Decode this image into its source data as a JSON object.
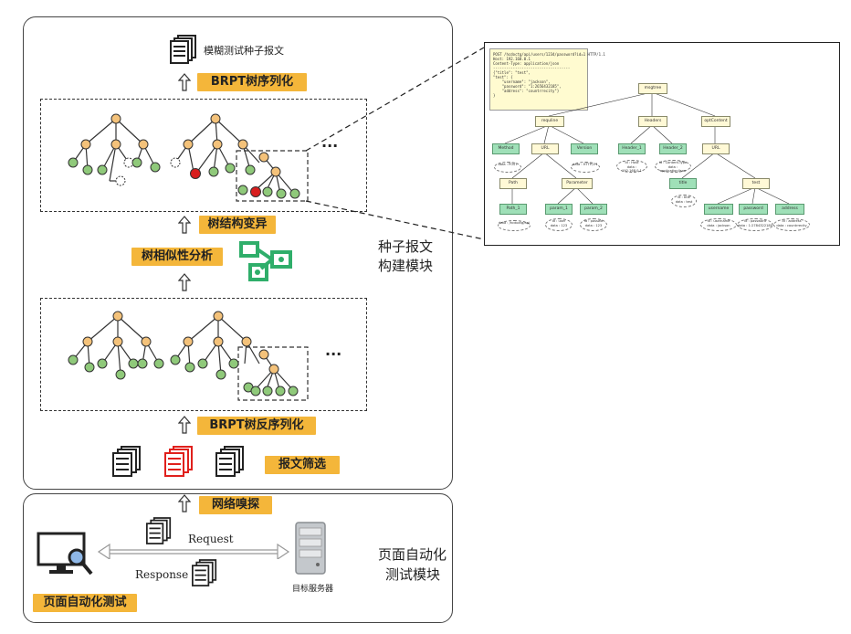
{
  "top_module": {
    "seed_label": "模糊测试种子报文",
    "serialize_label": "BRPT树序列化",
    "mutate_label": "树结构变异",
    "similarity_label": "树相似性分析",
    "deserialize_label": "BRPT树反序列化",
    "filter_label": "报文筛选",
    "ellipsis": "···",
    "module_name_line1": "种子报文",
    "module_name_line2": "构建模块"
  },
  "bottom_module": {
    "sniff_label": "网络嗅探",
    "request_label": "Request",
    "response_label": "Response",
    "server_label": "目标服务器",
    "auto_test_label": "页面自动化测试",
    "module_name_line1": "页面自动化",
    "module_name_line2": "测试模块"
  },
  "zoom": {
    "note_text": "POST /hcdoctg/api/users/1234/password?id=1 HTTP/1.1\nHost: 192.168.0.1\nContent-Type: application/json\n-----------------------------------\n{\"title\": \"test\",\n\"test\": {\n    \"username\": \"jackson\",\n    \"password\": \"1:2656432185\",\n    \"address\": \"countrrecity\"}\n}",
    "nodes": {
      "root": "msgtree",
      "request": "requline",
      "headers": "Headers",
      "body": "optContent",
      "method": "Method",
      "url": "URL",
      "version": "Version",
      "header1": "Header_1",
      "header2": "Header_2",
      "json": "URL",
      "path": "Path",
      "parameter": "Parameter",
      "title": "title",
      "test": "test",
      "path1": "Path_1",
      "param1": "param_1",
      "param2": "param_2",
      "username": "username",
      "password": "password",
      "address": "address"
    },
    "annotations": {
      "method": "data : POST",
      "version": "data : HTTP/1.1",
      "header1_a": "id : Host",
      "header1_b": "data : 192.168.0.1",
      "header2_a": "id : Content-Type",
      "header2_b": "data : application/json",
      "path1": "data : /hcdoctg/api",
      "param1_a": "id : user",
      "param1_b": "data : 123",
      "param2_a": "id : passwd",
      "param2_b": "data : 123",
      "title_a": "id : title",
      "title_b": "data : test",
      "username_a": "id : username",
      "username_b": "data : jackson",
      "password_a": "id : password",
      "password_b": "data : 1:2784322185",
      "address_a": "id : address",
      "address_b": "data : countrrecity"
    }
  },
  "colors": {
    "tag": "#f4b63a",
    "node_orange": "#f4c27a",
    "node_green": "#8fc97a",
    "node_red": "#d81e1e",
    "icon_green": "#2fae6a",
    "doc_red": "#e0201c"
  }
}
